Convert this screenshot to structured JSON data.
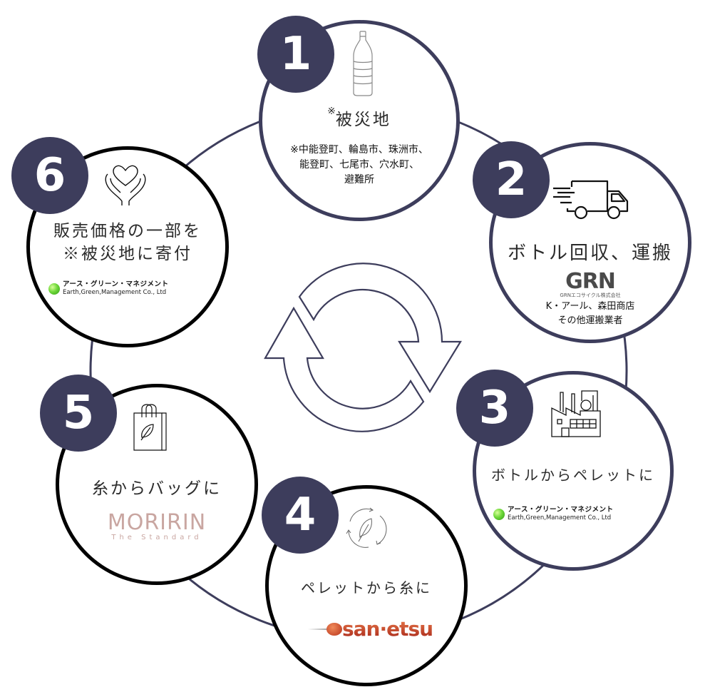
{
  "diagram": {
    "type": "recycling-cycle",
    "colors": {
      "ring": "#3d3d5c",
      "badge": "#3d3d5c",
      "badge_text": "#ffffff",
      "circle_border_navy": "#3d3d5c",
      "circle_border_black": "#000000",
      "moririn_pink": "#c9a6a1",
      "sanetsu_red": "#b8321a",
      "agm_green": "#6fd83a"
    },
    "center_icon": "recycle-arrows-icon",
    "steps": [
      {
        "number": "1",
        "icon": "plastic-bottle-icon",
        "title_mark": "※",
        "title": "被災地",
        "lines": [
          "※中能登町、輪島市、珠洲市、",
          "能登町、七尾市、穴水町、",
          "避難所"
        ]
      },
      {
        "number": "2",
        "icon": "delivery-truck-icon",
        "title": "ボトル回収、運搬",
        "logo": {
          "mark": "GRN",
          "caption": "GRNエコサイクル株式会社"
        },
        "lines": [
          "K・アール、森田商店",
          "その他運搬業者"
        ]
      },
      {
        "number": "3",
        "icon": "factory-icon",
        "title": "ボトルからペレットに",
        "logo": {
          "jp": "アース・グリーン・マネジメント",
          "en": "Earth,Green,Management Co., Ltd"
        }
      },
      {
        "number": "4",
        "icon": "leaf-cycle-icon",
        "title": "ペレットから糸に",
        "logo": {
          "mark": "san·etsu"
        }
      },
      {
        "number": "5",
        "icon": "eco-shopping-bag-icon",
        "title": "糸からバッグに",
        "logo": {
          "mark": "MORIRIN",
          "tagline": "The Standard"
        }
      },
      {
        "number": "6",
        "icon": "heart-hands-icon",
        "title_lines": [
          "販売価格の一部を",
          "※被災地に寄付"
        ],
        "logo": {
          "jp": "アース・グリーン・マネジメント",
          "en": "Earth,Green,Management Co., Ltd"
        }
      }
    ]
  }
}
